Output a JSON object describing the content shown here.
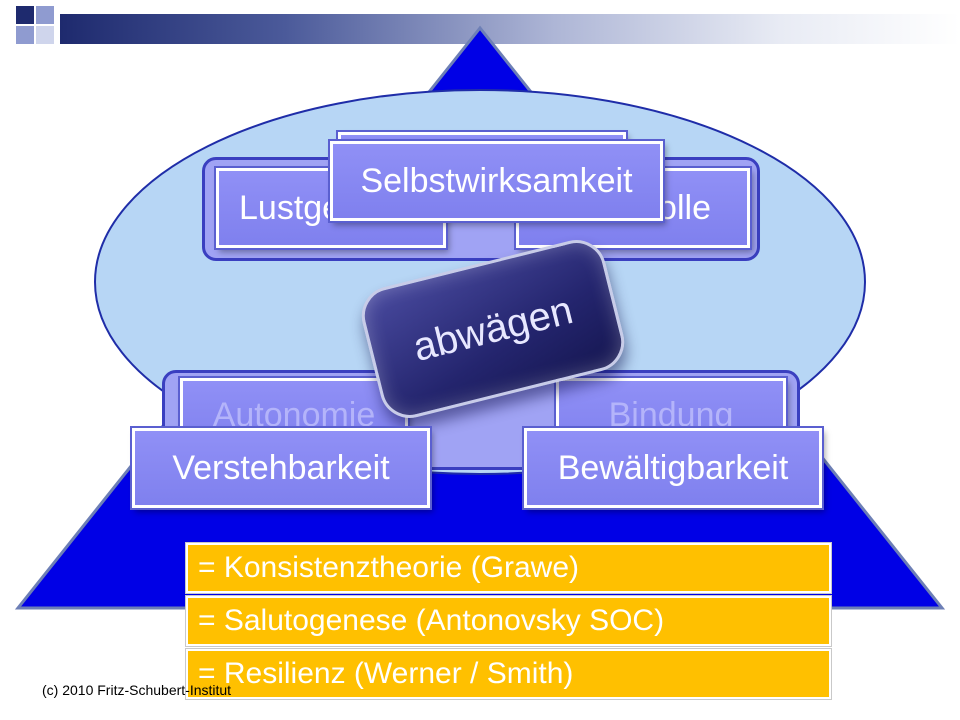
{
  "header": {
    "colors": {
      "dark_blue": "#1e2a6e",
      "light_blue": "#aeb6d6"
    }
  },
  "diagram": {
    "colors": {
      "pyramid": "#0000e6",
      "ellipse": "#b7d6f5",
      "box": "#8787f2",
      "strip": "#ffc000"
    },
    "upper_left": "Lustgewinn",
    "upper_right": "Kontrolle",
    "top": "Selbstwirksamkeit",
    "center": "abwägen",
    "lower_left_back": "Autonomie",
    "lower_right_back": "Bindung",
    "lower_left": "Verstehbarkeit",
    "lower_right": "Bewältigbarkeit"
  },
  "strips": [
    "= Konsistenztheorie (Grawe)",
    "= Salutogenese (Antonovsky SOC)",
    "= Resilienz (Werner / Smith)"
  ],
  "footer": {
    "copyright": "(c) 2010 Fritz-Schubert-Institut"
  }
}
